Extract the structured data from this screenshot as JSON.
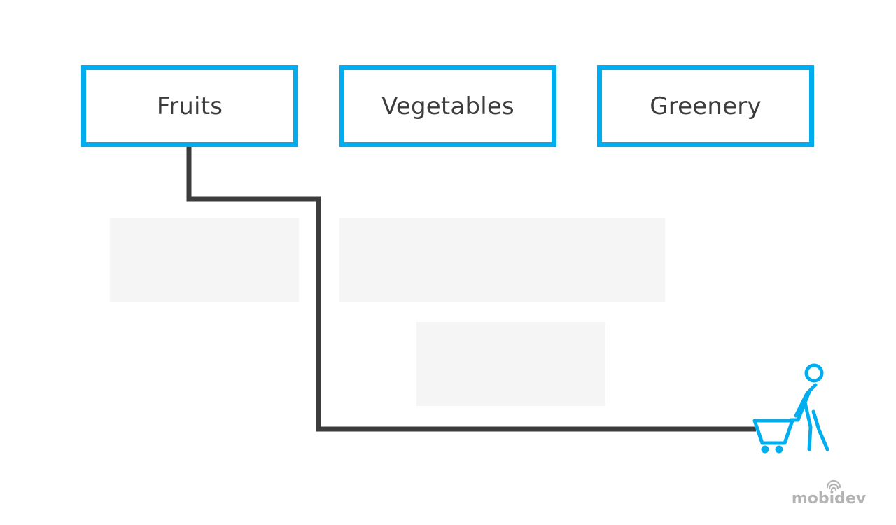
{
  "categories": [
    {
      "label": "Fruits"
    },
    {
      "label": "Vegetables"
    },
    {
      "label": "Greenery"
    }
  ],
  "logo": {
    "text": "mobidev"
  },
  "colors": {
    "accent": "#00aeef",
    "path": "#3c3c3c",
    "text": "#3c3c3c",
    "shelf": "#f5f5f5",
    "logo": "#b4b4b4"
  },
  "icons": {
    "shopper": "shopper-with-cart-icon",
    "logo": "mobidev-logo-icon"
  }
}
